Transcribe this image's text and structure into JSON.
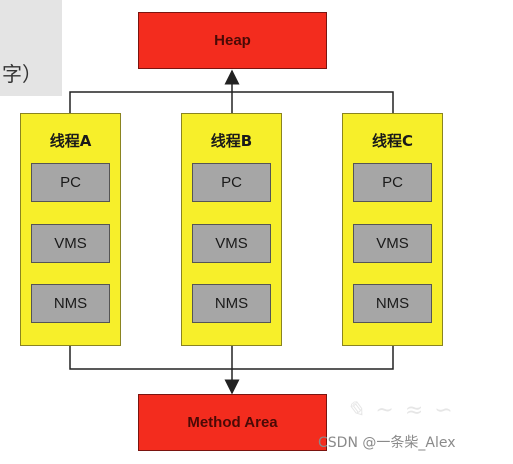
{
  "corner_text": "字）",
  "heap_label": "Heap",
  "method_area_label": "Method Area",
  "threads": [
    {
      "title": "线程A",
      "cells": [
        "PC",
        "VMS",
        "NMS"
      ]
    },
    {
      "title": "线程B",
      "cells": [
        "PC",
        "VMS",
        "NMS"
      ]
    },
    {
      "title": "线程C",
      "cells": [
        "PC",
        "VMS",
        "NMS"
      ]
    }
  ],
  "watermark": "CSDN @一条柴_Alex",
  "colors": {
    "red_box": "#f32c1e",
    "thread_box": "#f7ef2a",
    "cell_box": "#a6a6a6",
    "connector": "#222222"
  }
}
